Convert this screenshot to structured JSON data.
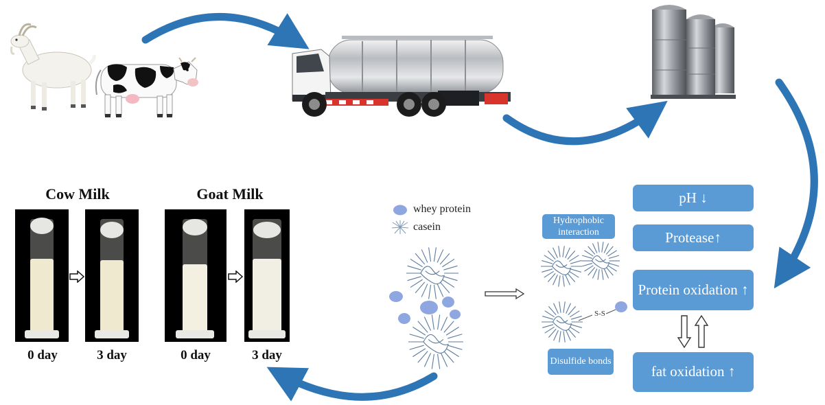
{
  "cow_milk_title": "Cow Milk",
  "goat_milk_title": "Goat Milk",
  "day_labels": [
    "0 day",
    "3 day",
    "0 day",
    "3 day"
  ],
  "legend": {
    "whey": "whey protein",
    "casein": "casein"
  },
  "small_boxes": {
    "hydrophobic": "Hydrophobic interaction",
    "disulfide": "Disulfide bonds"
  },
  "ss_label": "S-S",
  "boxes": {
    "ph": "pH ↓",
    "protease": "Protease↑",
    "protein_oxidation": "Protein oxidation ↑",
    "fat_oxidation": "fat oxidation ↑"
  },
  "colors": {
    "arrow": "#2e75b6",
    "box": "#5b9bd5",
    "particle": "#8fa7e0",
    "casein": "#5a7ba0"
  },
  "icons": [
    "goat",
    "cow",
    "tanker-truck",
    "storage-silos",
    "test-tube",
    "whey-protein-particle",
    "casein-micelle"
  ]
}
